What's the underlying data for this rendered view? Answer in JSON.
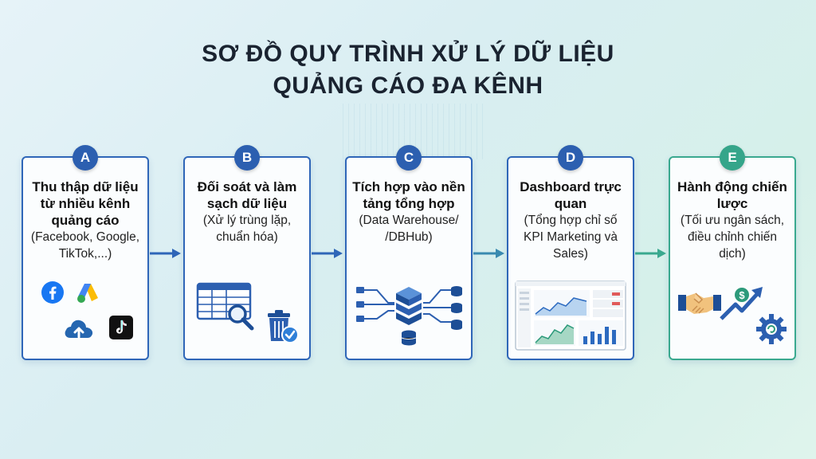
{
  "title": {
    "line1": "SƠ ĐỒ QUY TRÌNH XỬ LÝ DỮ LIỆU",
    "line2": "QUẢNG CÁO ĐA KÊNH"
  },
  "steps": [
    {
      "badge": "A",
      "title": "Thu thập dữ liệu từ nhiều kênh quảng cáo",
      "subtitle": "(Facebook, Google, TikTok,...)"
    },
    {
      "badge": "B",
      "title": "Đối soát và làm sạch dữ liệu",
      "subtitle": "(Xử lý trùng lặp, chuẩn hóa)"
    },
    {
      "badge": "C",
      "title": "Tích hợp vào nền tảng tổng hợp",
      "subtitle": "(Data Warehouse/ /DBHub)"
    },
    {
      "badge": "D",
      "title": "Dashboard trực quan",
      "subtitle": "(Tổng hợp chỉ số KPI Marketing và Sales)"
    },
    {
      "badge": "E",
      "title": "Hành động chiến lược",
      "subtitle": "(Tối ưu ngân sách, điều chỉnh chiến dịch)"
    }
  ],
  "icons": {
    "A": [
      "facebook-icon",
      "google-ads-icon",
      "cloud-upload-icon",
      "tiktok-icon"
    ],
    "B": [
      "spreadsheet-search-icon",
      "trash-check-icon"
    ],
    "C": [
      "database-hub-icon"
    ],
    "D": [
      "dashboard-screen-icon"
    ],
    "E": [
      "handshake-icon",
      "growth-arrow-icon",
      "gear-icon"
    ]
  },
  "colors": {
    "blue": "#2f66b8",
    "green": "#3aa98f"
  }
}
